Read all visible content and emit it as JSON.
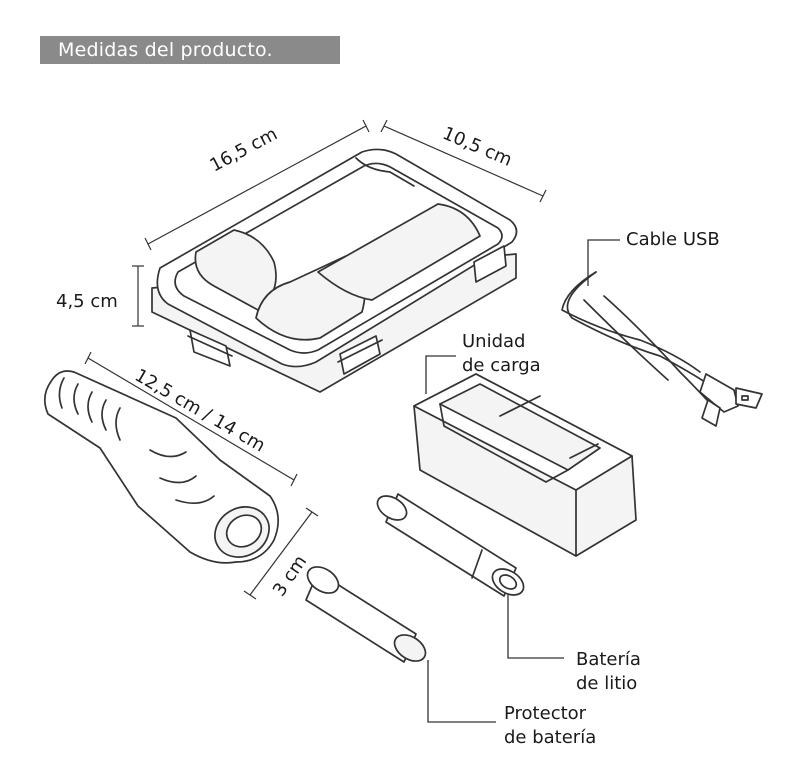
{
  "header": {
    "title": "Medidas del producto."
  },
  "labels": {
    "case_length": "16,5 cm",
    "case_width": "10,5 cm",
    "case_height": "4,5 cm",
    "flashlight_length": "12,5 cm / 14 cm",
    "flashlight_diameter": "3 cm",
    "usb_cable": "Cable USB",
    "charger_line1": "Unidad",
    "charger_line2": "de carga",
    "battery_line1": "Batería",
    "battery_line2": "de litio",
    "protector_line1": "Protector",
    "protector_line2": "de batería"
  },
  "colors": {
    "header_bg": "#8a8a8a",
    "header_text": "#ffffff",
    "line": "#333333"
  }
}
